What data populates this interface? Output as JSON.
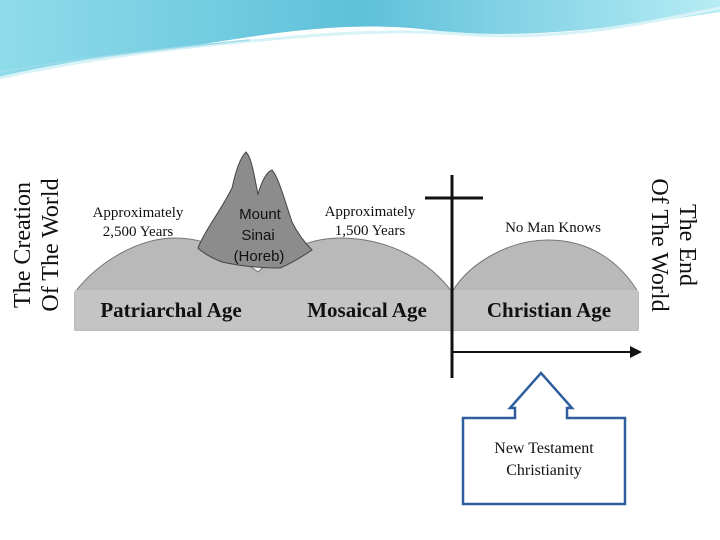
{
  "timeline": {
    "start_label_line1": "The Creation",
    "start_label_line2": "Of The World",
    "end_label_line1": "The End",
    "end_label_line2": "Of The World",
    "mountain": {
      "line1": "Mount",
      "line2": "Sinai",
      "line3": "(Horeb)"
    },
    "ages": [
      {
        "name": "Patriarchal Age",
        "duration_line1": "Approximately",
        "duration_line2": "2,500 Years"
      },
      {
        "name": "Mosaical Age",
        "duration_line1": "Approximately",
        "duration_line2": "1,500 Years"
      },
      {
        "name": "Christian Age",
        "duration_line1": "No Man Knows",
        "duration_line2": ""
      }
    ]
  },
  "callout": {
    "line1": "New Testament",
    "line2": "Christianity"
  },
  "colors": {
    "hill_fill": "#b9b9b9",
    "mountain_fill": "#8c8c8c",
    "base_fill": "#c4c4c4",
    "callout_border": "#2e5e9c",
    "header_wave": "#7ccfe0"
  }
}
